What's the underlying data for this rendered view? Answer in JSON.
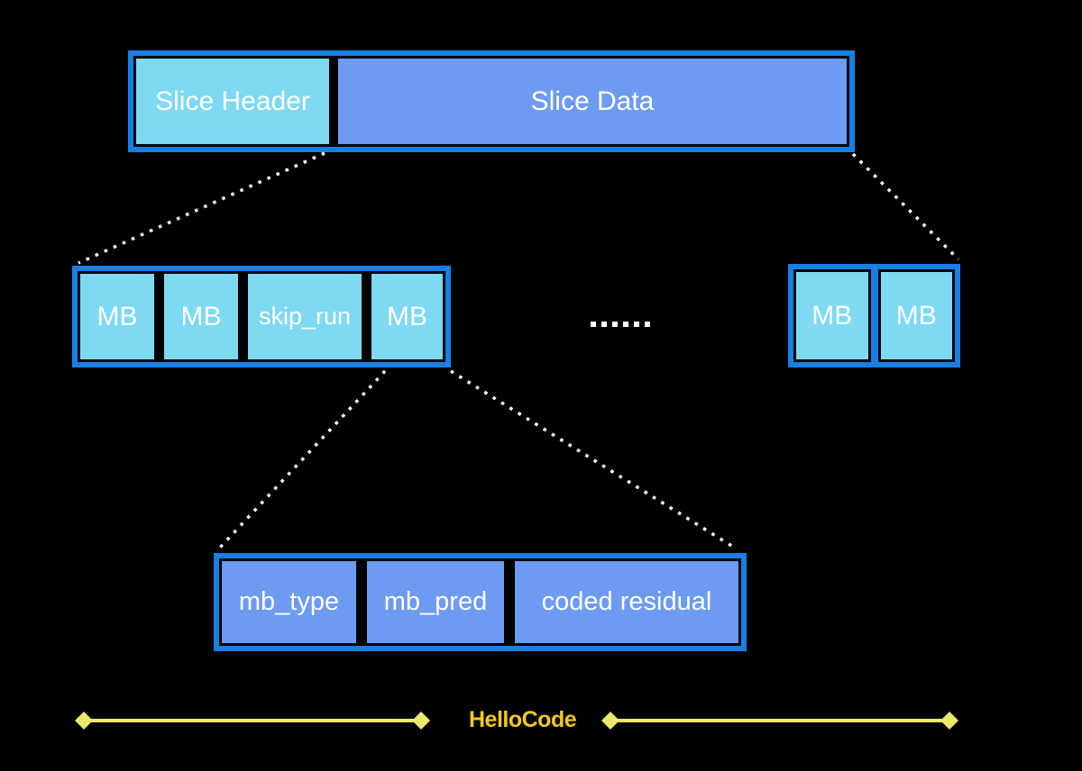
{
  "colors": {
    "background": "#000000",
    "frame_blue": "#1780E4",
    "light_blue": "#7ED9F3",
    "medium_blue": "#6D9BF1",
    "text_white": "#FFFFFF",
    "line_yellow": "#EDE76B",
    "brand_yellow": "#F5C91C",
    "connector_white": "#FFFFFF"
  },
  "slice_row": {
    "header_label": "Slice Header",
    "data_label": "Slice Data"
  },
  "macroblock_row": {
    "left_boxes": [
      "MB",
      "MB",
      "skip_run",
      "MB"
    ],
    "ellipsis_dots": 6,
    "right_boxes": [
      "MB",
      "MB"
    ]
  },
  "macroblock_detail_row": {
    "boxes": [
      "mb_type",
      "mb_pred",
      "coded residual"
    ]
  },
  "footer": {
    "brand": "HelloCode"
  }
}
